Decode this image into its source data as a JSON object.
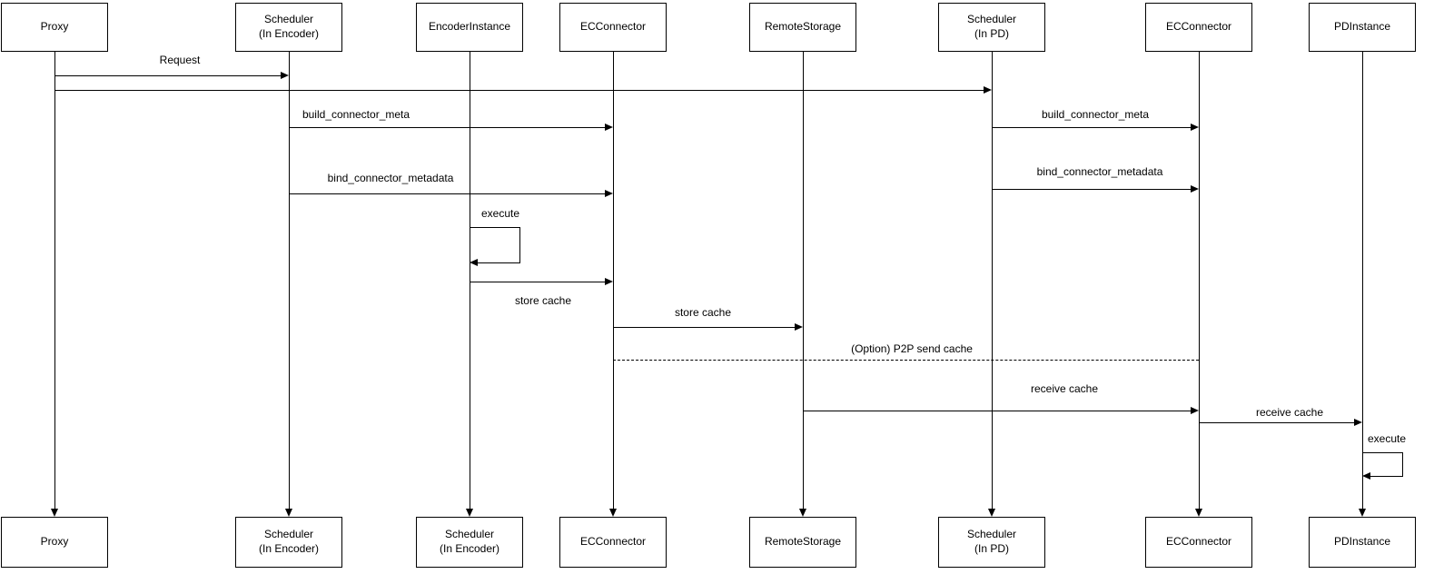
{
  "diagram": {
    "type": "uml-sequence-diagram",
    "colors": {
      "line": "#000000",
      "background": "#ffffff",
      "box_fill": "#ffffff"
    },
    "actors": {
      "proxy": {
        "top": "Proxy",
        "bottom": "Proxy"
      },
      "scheduler_encoder": {
        "top": "Scheduler\n(In Encoder)",
        "bottom": "Scheduler\n(In Encoder)"
      },
      "encoder_instance": {
        "top": "EncoderInstance",
        "bottom": "Scheduler\n(In Encoder)"
      },
      "ec_connector_1": {
        "top": "ECConnector",
        "bottom": "ECConnector"
      },
      "remote_storage": {
        "top": "RemoteStorage",
        "bottom": "RemoteStorage"
      },
      "scheduler_pd": {
        "top": "Scheduler\n(In PD)",
        "bottom": "Scheduler\n(In PD)"
      },
      "ec_connector_2": {
        "top": "ECConnector",
        "bottom": "ECConnector"
      },
      "pd_instance": {
        "top": "PDInstance",
        "bottom": "PDInstance"
      }
    },
    "messages": {
      "request": "Request",
      "build_connector_meta_enc": "build_connector_meta",
      "build_connector_meta_pd": "build_connector_meta",
      "bind_connector_metadata_enc": "bind_connector_metadata",
      "bind_connector_metadata_pd": "bind_connector_metadata",
      "execute_encoder": "execute",
      "store_cache_1": "store cache",
      "store_cache_2": "store cache",
      "p2p_send_cache": "(Option) P2P send cache",
      "receive_cache_1": "receive cache",
      "receive_cache_2": "receive cache",
      "execute_pd": "execute"
    }
  }
}
